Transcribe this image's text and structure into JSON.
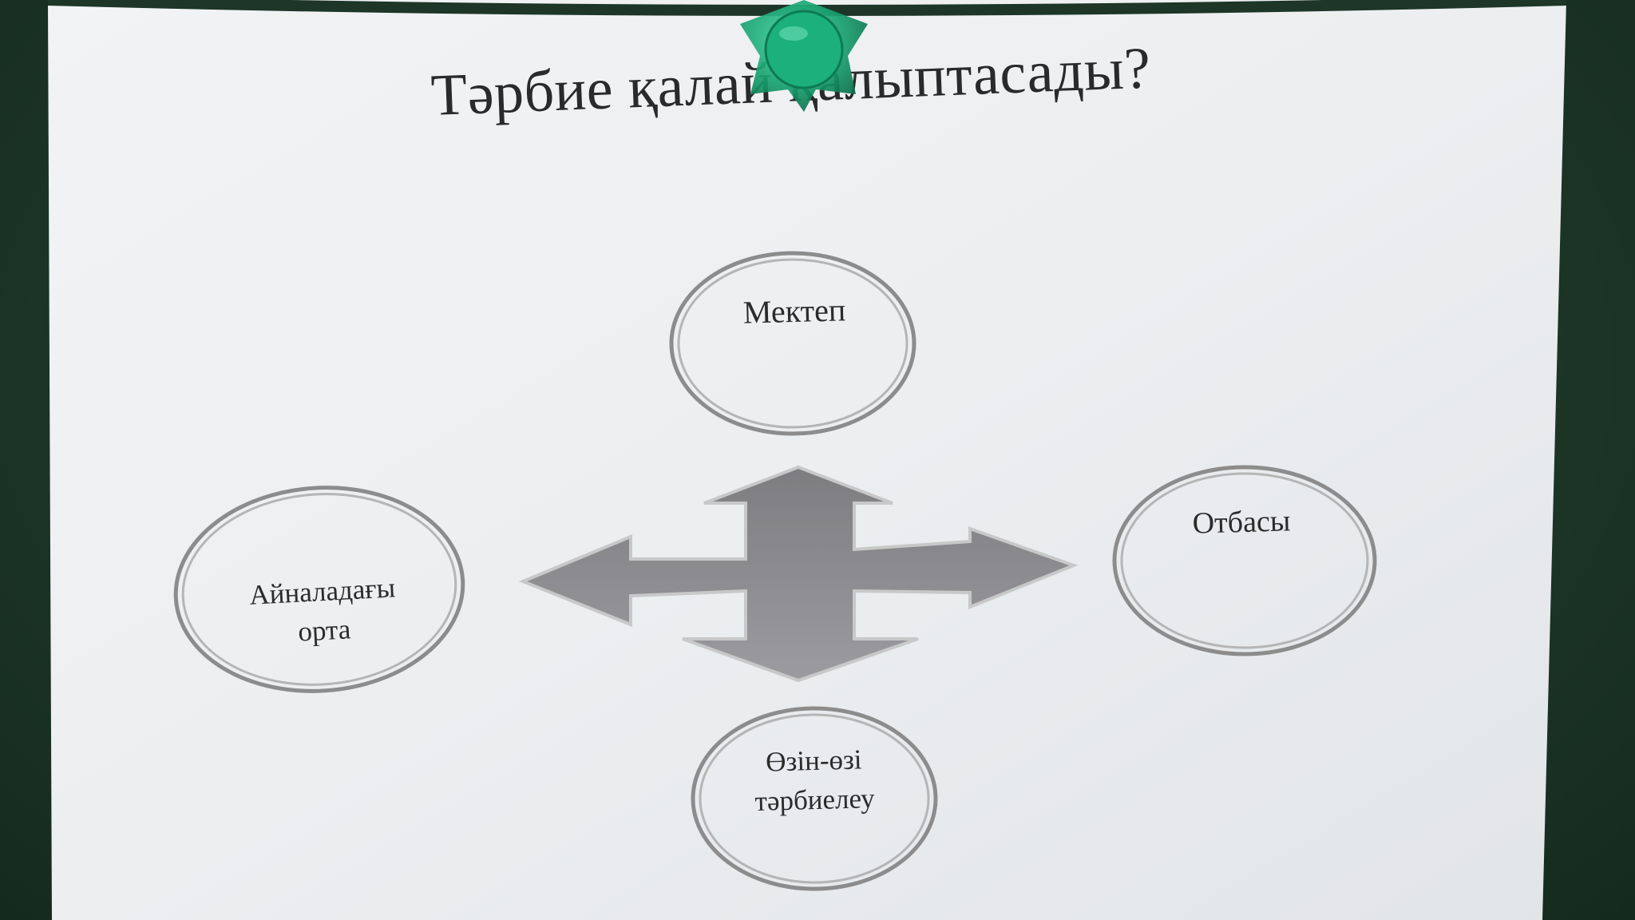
{
  "title": "Тәрбие қалай қалыптасады?",
  "nodes": {
    "top": "Мектеп",
    "right": "Отбасы",
    "left": [
      "Айналадағы",
      "орта"
    ],
    "bottom": [
      "Өзін-өзі",
      "тәрбиелеу"
    ]
  },
  "colors": {
    "board": "#1f3a2b",
    "paper": "#eceef0",
    "ink": "#2b2b2b",
    "arrow": "#8a8a8a",
    "pin": "#1a9b6e"
  },
  "icons": [
    "four-way-arrow-icon",
    "push-pin-icon"
  ]
}
